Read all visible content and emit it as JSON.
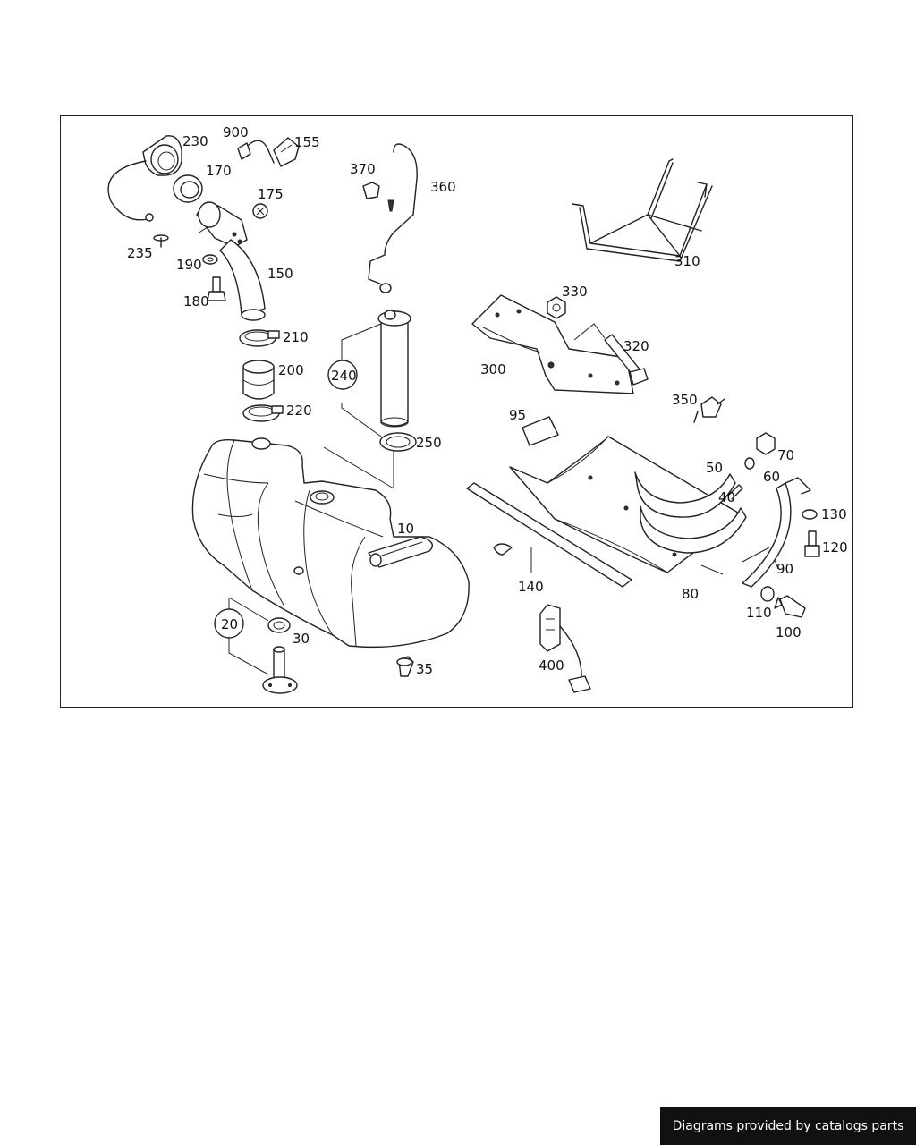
{
  "diagram": {
    "part_labels": {
      "p10": "10",
      "p20": "20",
      "p30": "30",
      "p35": "35",
      "p40": "40",
      "p50": "50",
      "p60": "60",
      "p70": "70",
      "p80": "80",
      "p90": "90",
      "p95": "95",
      "p100": "100",
      "p110": "110",
      "p120": "120",
      "p130": "130",
      "p140": "140",
      "p150": "150",
      "p155": "155",
      "p170": "170",
      "p175": "175",
      "p180": "180",
      "p190": "190",
      "p200": "200",
      "p210": "210",
      "p220": "220",
      "p230": "230",
      "p235": "235",
      "p240": "240",
      "p250": "250",
      "p300": "300",
      "p310": "310",
      "p320": "320",
      "p330": "330",
      "p350": "350",
      "p360": "360",
      "p370": "370",
      "p400": "400",
      "p900": "900"
    }
  },
  "footer": {
    "credit": "Diagrams provided by catalogs parts"
  }
}
